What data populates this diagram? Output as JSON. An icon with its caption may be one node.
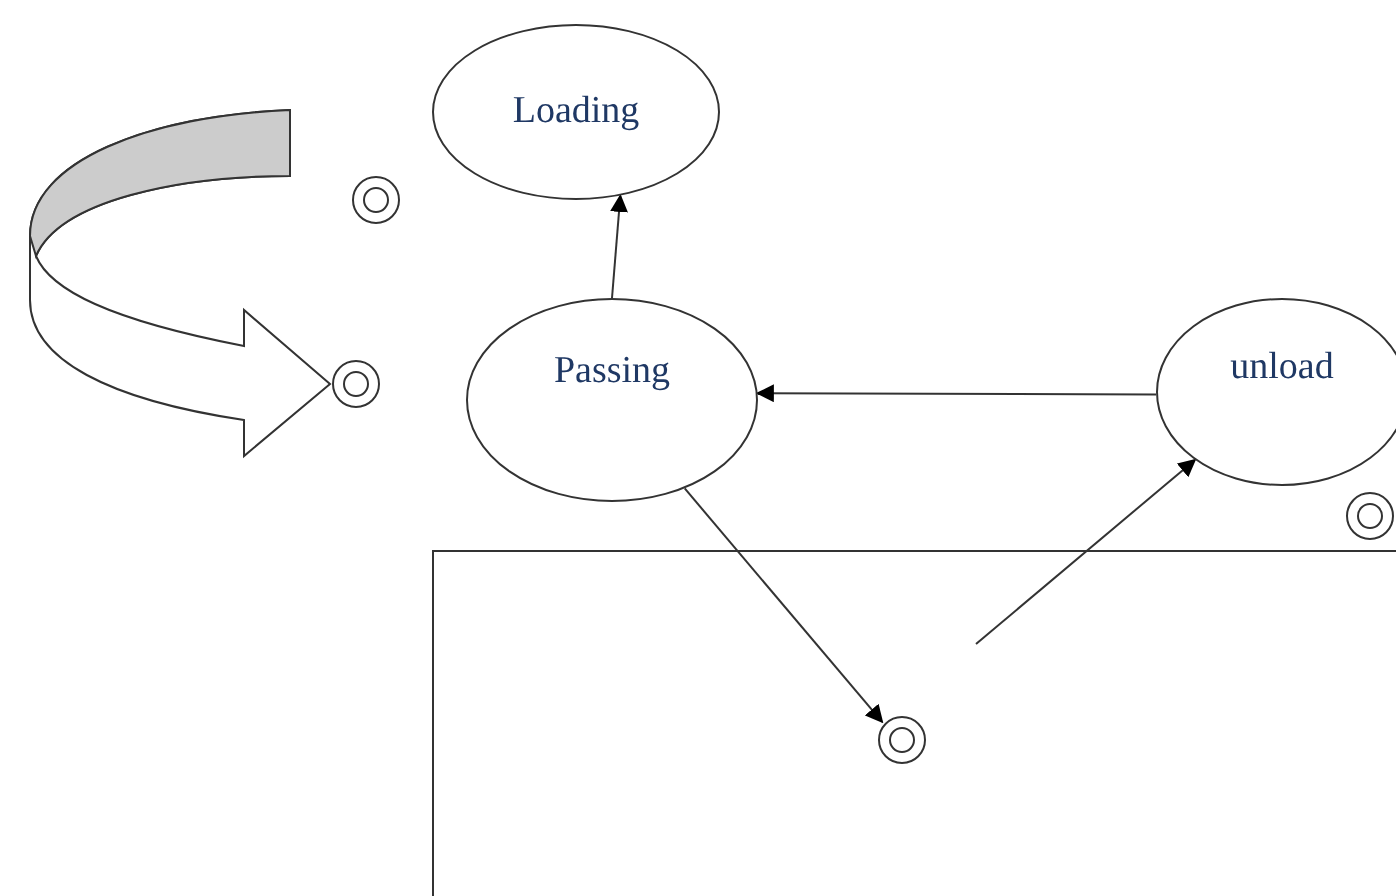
{
  "diagram": {
    "nodes": [
      {
        "text": [],
        "shape": "box"
      },
      {
        "text": [
          "Loading"
        ]
      },
      {
        "text": [],
        "shape": "circle"
      },
      {
        "text": [],
        "shape": "circle"
      },
      {
        "text": [
          "Passing"
        ]
      },
      {
        "text": [
          "unload"
        ]
      },
      {
        "text": [],
        "shape": "circle"
      },
      {
        "text": [],
        "shape": "circle",
        "in": 0
      }
    ],
    "edges": [
      {
        "from": 4,
        "to": 1,
        "arrow": "to"
      },
      {
        "from": 5,
        "to": 4,
        "arrow": "to"
      },
      {
        "from": 4,
        "to": 7,
        "arrow": "to"
      },
      {
        "from": null,
        "to": 5,
        "arrow": "to"
      },
      {
        "from": null,
        "to": 3,
        "arrow": "to",
        "style": "thick"
      }
    ]
  }
}
